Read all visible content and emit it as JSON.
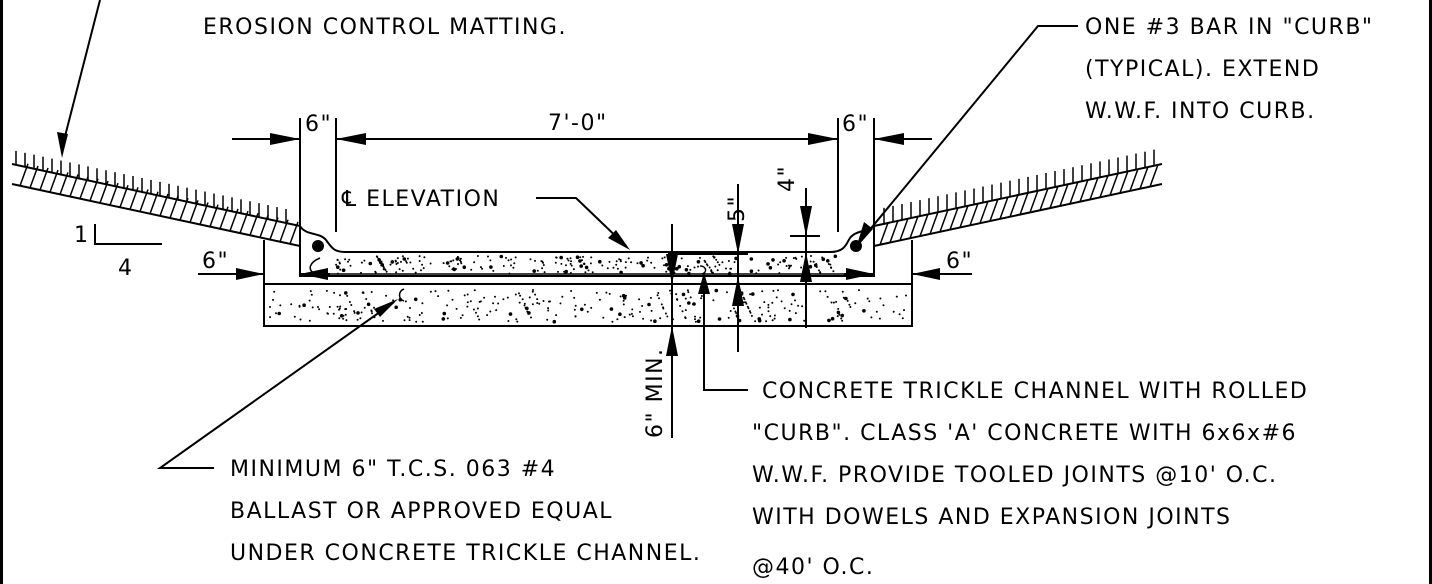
{
  "notes": {
    "erosion": "EROSION CONTROL MATTING.",
    "bar_line1": "ONE #3 BAR IN \"CURB\"",
    "bar_line2": "(TYPICAL).   EXTEND",
    "bar_line3": "W.W.F. INTO CURB.",
    "fl_elevation": "℄ ELEVATION",
    "ballast_line1": "MINIMUM 6\" T.C.S. 063 #4",
    "ballast_line2": "BALLAST OR APPROVED EQUAL",
    "ballast_line3": "UNDER CONCRETE TRICKLE CHANNEL.",
    "channel_line1": "CONCRETE TRICKLE CHANNEL WITH ROLLED",
    "channel_line2": "\"CURB\".   CLASS 'A' CONCRETE WITH 6x6x#6",
    "channel_line3": "W.W.F.   PROVIDE TOOLED JOINTS @10' O.C.",
    "channel_line4": "WITH DOWELS AND EXPANSION JOINTS",
    "channel_line5": "@40' O.C."
  },
  "dimensions": {
    "curb_left_width": "6\"",
    "channel_width": "7'-0\"",
    "curb_right_width": "6\"",
    "left_offset": "6\"",
    "right_offset": "6\"",
    "depth_center": "5\"",
    "depth_curb": "4\"",
    "ballast_depth": "6\" MIN.",
    "slope_rise": "1",
    "slope_run": "4"
  }
}
